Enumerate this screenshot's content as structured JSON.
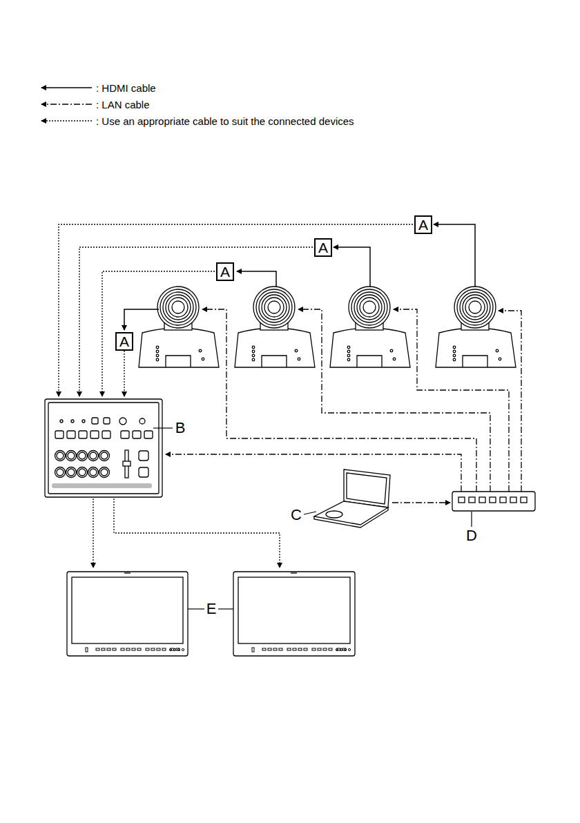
{
  "diagram": {
    "nodes": [
      {
        "text": [
          "A"
        ]
      },
      {
        "text": [
          "A"
        ]
      },
      {
        "text": [
          "A"
        ]
      },
      {
        "text": [
          "A"
        ]
      }
    ],
    "labels": [
      "B",
      "C",
      "D",
      "E"
    ],
    "legend": [
      {
        "text": ": HDMI cable"
      },
      {
        "text": ": LAN cable"
      },
      {
        "text": ": Use an appropriate cable to suit the connected devices"
      }
    ]
  }
}
